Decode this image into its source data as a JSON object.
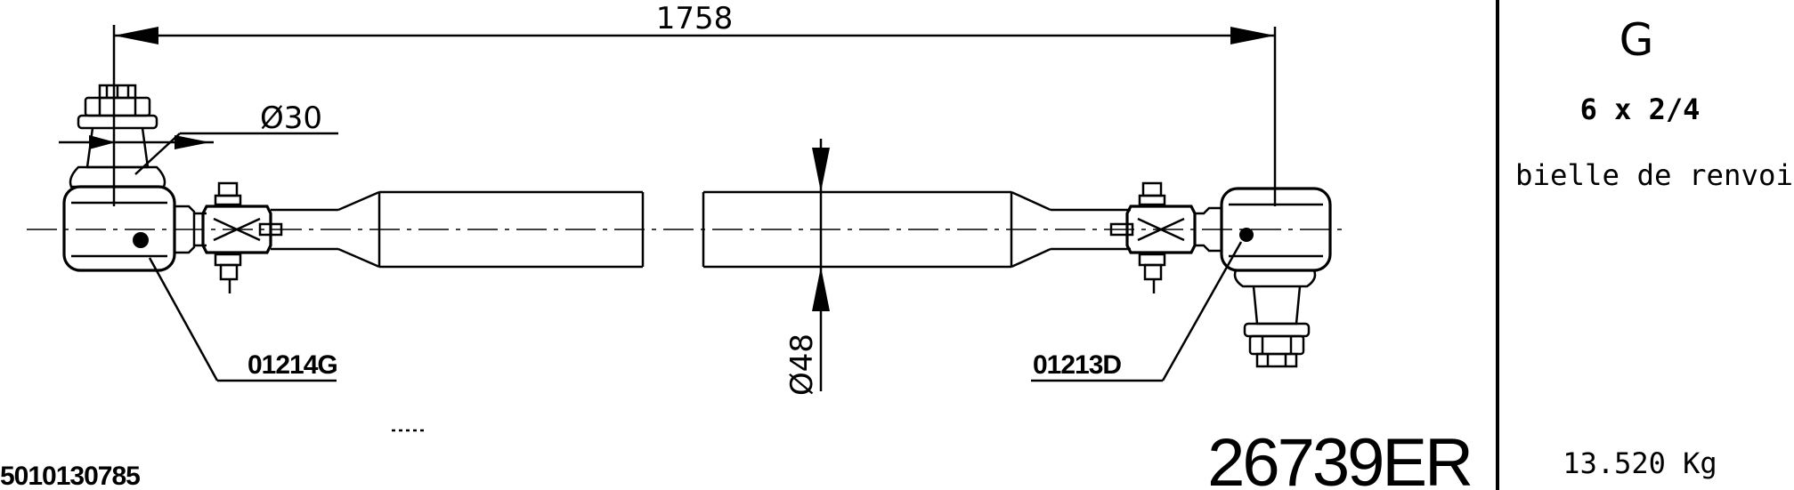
{
  "dimensions": {
    "overall_length": "1758",
    "ball_pin_diameter": "Ø30",
    "tube_diameter": "Ø48"
  },
  "references": {
    "left_end": "01214G",
    "right_end": "01213D"
  },
  "codes": {
    "catalog_number": "5010130785",
    "part_number": "26739ER"
  },
  "panel": {
    "side": "G",
    "configuration": "6 x 2/4",
    "description": "bielle de renvoi",
    "weight": "13.520 Kg"
  }
}
